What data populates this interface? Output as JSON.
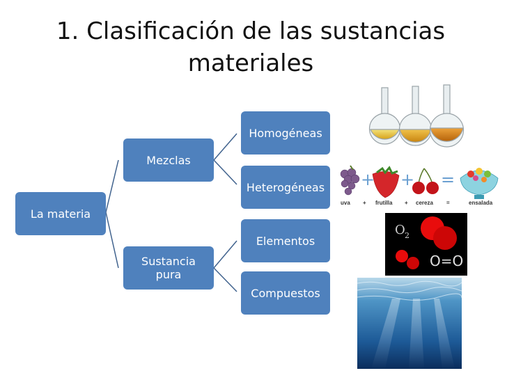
{
  "title": "1. Clasificación de las sustancias materiales",
  "diagram": {
    "root": "La materia",
    "level1": [
      "Mezclas",
      "Sustancia pura"
    ],
    "level2": [
      "Homogéneas",
      "Heterogéneas",
      "Elementos",
      "Compuestos"
    ]
  },
  "colors": {
    "node_fill": "#4f81bd",
    "connector": "#41638e",
    "text": "#111111"
  },
  "images": {
    "fruit_equation": [
      "uva",
      "+",
      "frutilla",
      "+",
      "cereza",
      "=",
      "ensalada"
    ],
    "molecule": {
      "formula": "O",
      "subscript": "2",
      "structure": "O=O"
    }
  }
}
